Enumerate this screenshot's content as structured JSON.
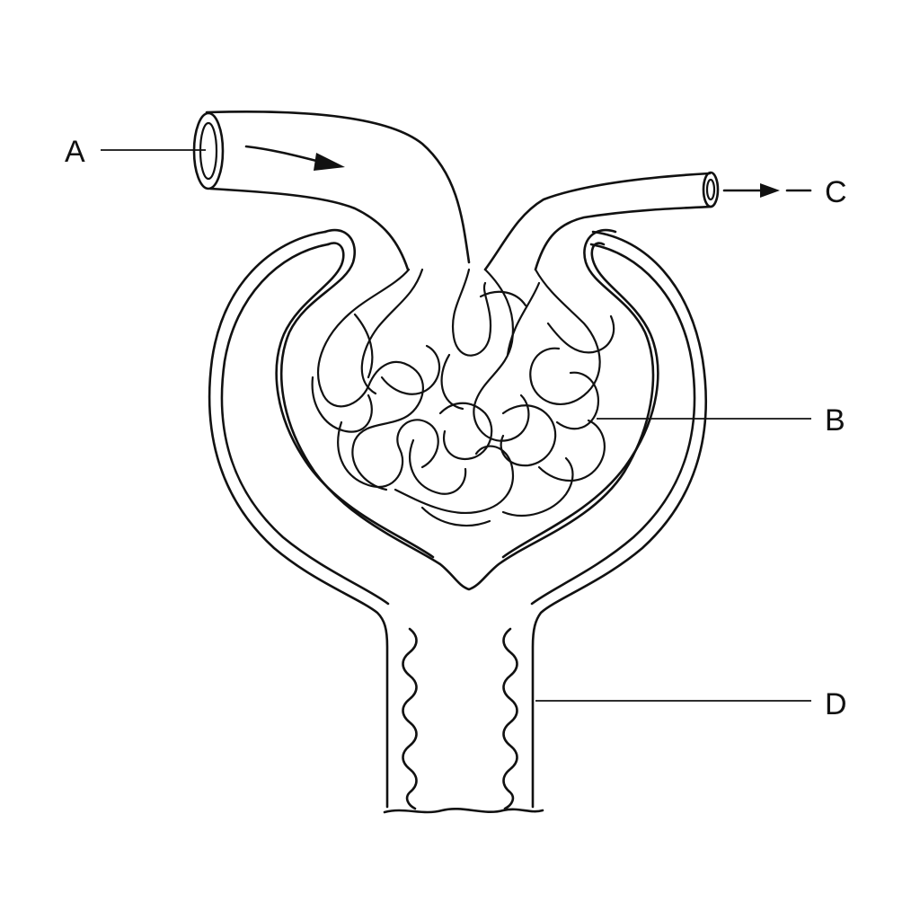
{
  "labels": {
    "a": "A",
    "b": "B",
    "c": "C",
    "d": "D"
  },
  "colors": {
    "line": "#111111",
    "background": "#ffffff"
  }
}
